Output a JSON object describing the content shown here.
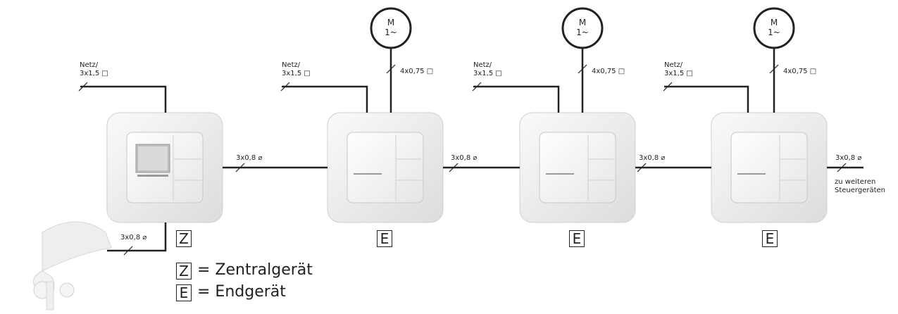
{
  "motor": {
    "line1": "M",
    "line2": "1~"
  },
  "labels": {
    "netz": "Netz/",
    "netz_cable": "3x1,5",
    "motor_cable": "4x0,75",
    "bus_cable": "3x0,8",
    "to_more_1": "zu weiteren",
    "to_more_2": "Steuergeräten"
  },
  "devices": {
    "central_letter": "Z",
    "end_letter": "E"
  },
  "legend": {
    "z_letter": "Z",
    "z_text": "= Zentralgerät",
    "e_letter": "E",
    "e_text": "= Endgerät"
  }
}
